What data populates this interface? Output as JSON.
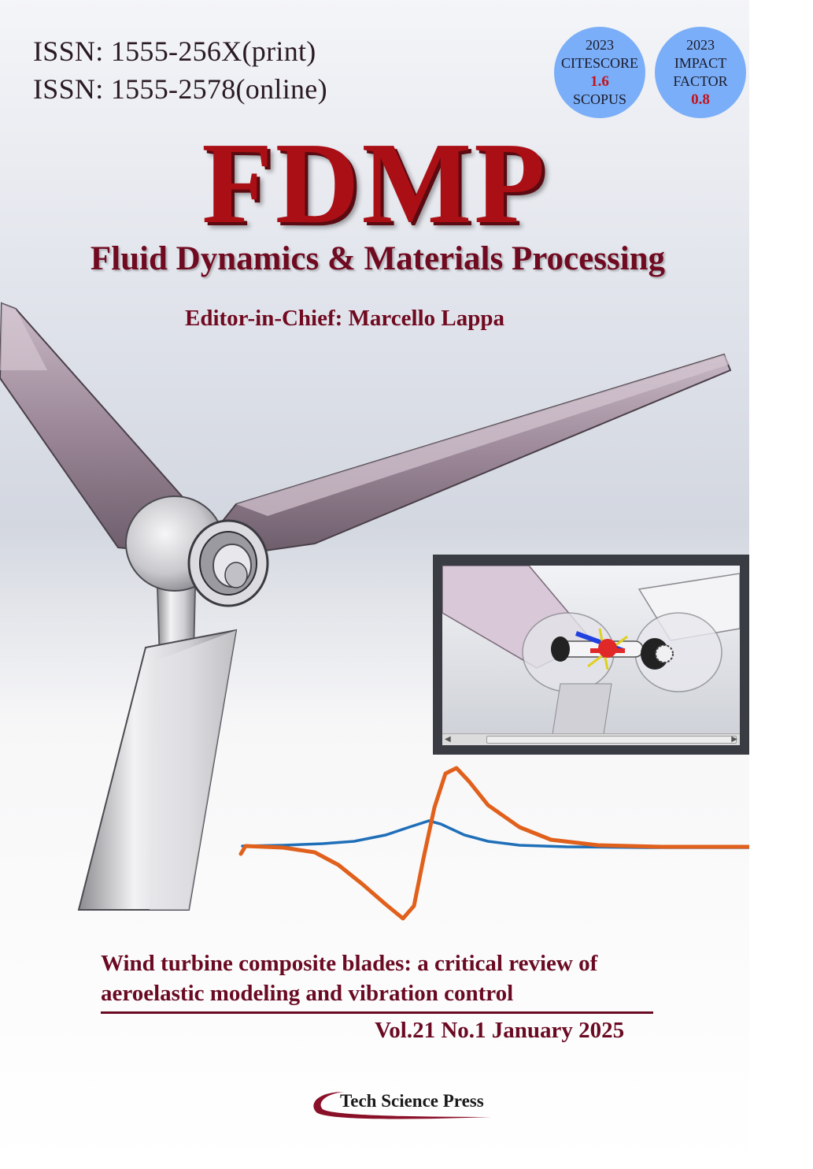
{
  "issn": {
    "print": "ISSN: 1555-256X(print)",
    "online": "ISSN: 1555-2578(online)"
  },
  "badges": [
    {
      "year": "2023",
      "line1": "CITESCORE",
      "value": "1.6",
      "line2": "SCOPUS"
    },
    {
      "year": "2023",
      "line1": "IMPACT",
      "line2": "FACTOR",
      "value": "0.8"
    }
  ],
  "journal": {
    "acronym": "FDMP",
    "title": "Fluid Dynamics & Materials Processing",
    "editor": "Editor-in-Chief: Marcello Lappa"
  },
  "article": {
    "title_line1": "Wind turbine composite blades: a critical review of",
    "title_line2": "aeroelastic modeling and vibration control"
  },
  "issue": "Vol.21 No.1 January 2025",
  "publisher": "Tech Science Press",
  "colors": {
    "logo_red": "#a90f15",
    "title_maroon": "#700a20",
    "badge_blue": "#7aaef8",
    "curve_blue": "#1f6fb8",
    "curve_orange": "#e0601c"
  }
}
